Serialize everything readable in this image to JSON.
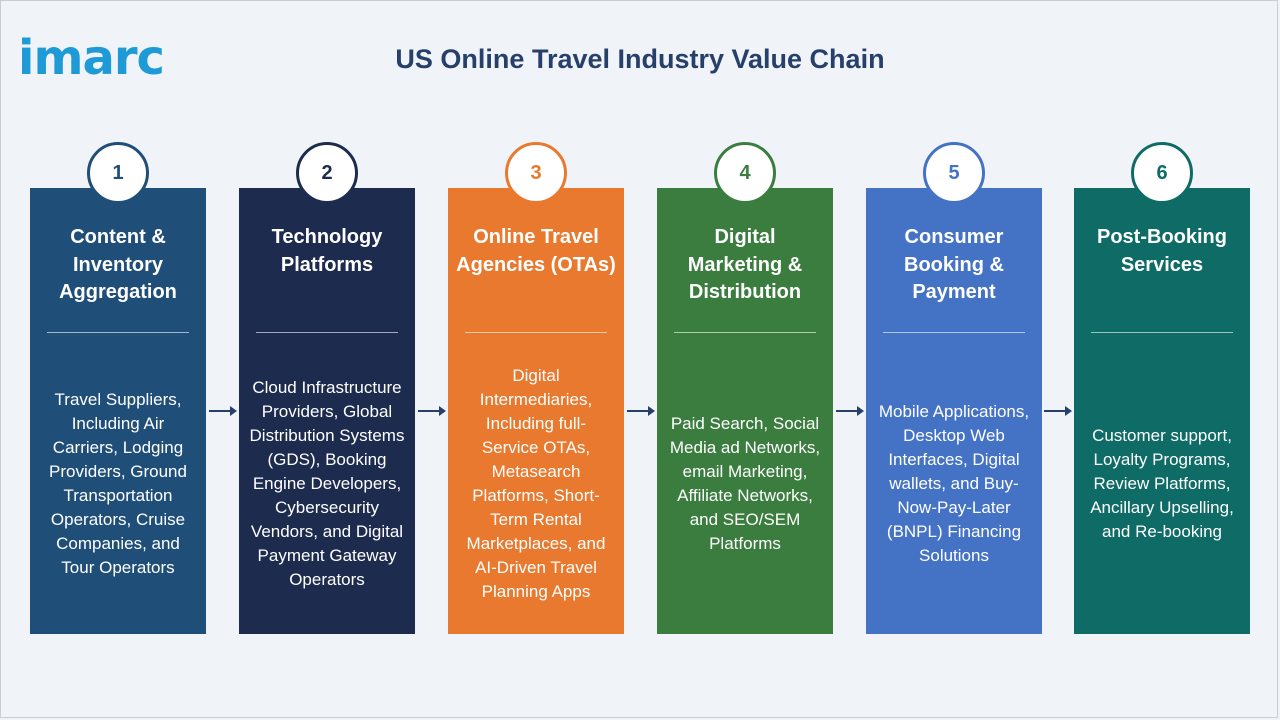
{
  "header": {
    "logo_text": "imarc",
    "title": "US Online Travel Industry Value Chain"
  },
  "stages": [
    {
      "number": "1",
      "title": "Content & Inventory Aggregation",
      "description": "Travel Suppliers, Including Air Carriers, Lodging Providers, Ground Transportation Operators, Cruise Companies, and Tour Operators",
      "color": "#1f4e79",
      "circle_color": "#1f4e79"
    },
    {
      "number": "2",
      "title": "Technology Platforms",
      "description": "Cloud Infrastructure Providers, Global Distribution Systems (GDS), Booking Engine Developers, Cybersecurity Vendors, and Digital Payment Gateway Operators",
      "color": "#1d2b4f",
      "circle_color": "#1d2b4f"
    },
    {
      "number": "3",
      "title": "Online Travel Agencies (OTAs)",
      "description": "Digital Intermediaries, Including full-Service OTAs, Metasearch Platforms, Short-Term Rental Marketplaces, and AI-Driven Travel Planning Apps",
      "color": "#e8792e",
      "circle_color": "#e8792e"
    },
    {
      "number": "4",
      "title": "Digital Marketing & Distribution",
      "description": "Paid Search, Social Media ad Networks, email Marketing, Affiliate Networks, and SEO/SEM Platforms",
      "color": "#3a7d3f",
      "circle_color": "#3a7d3f"
    },
    {
      "number": "5",
      "title": "Consumer Booking & Payment",
      "description": "Mobile Applications, Desktop Web Interfaces, Digital wallets, and Buy-Now-Pay-Later (BNPL) Financing Solutions",
      "color": "#4472c4",
      "circle_color": "#4472c4"
    },
    {
      "number": "6",
      "title": "Post-Booking Services",
      "description": "Customer support, Loyalty Programs, Review Platforms, Ancillary Upselling, and Re-booking",
      "color": "#0e6b66",
      "circle_color": "#0e6b66"
    }
  ]
}
